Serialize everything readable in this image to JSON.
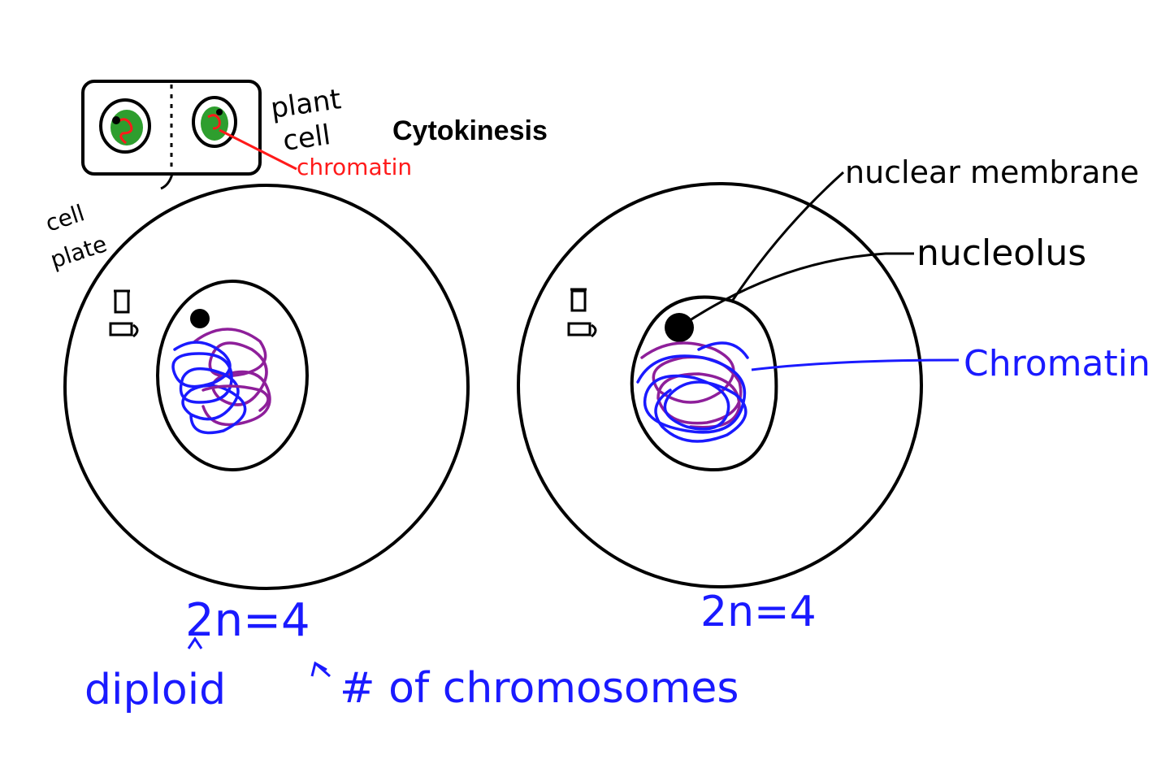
{
  "title": "Cytokinesis",
  "inset": {
    "label_plant": "plant",
    "label_cell": "cell",
    "label_chromatin": "chromatin",
    "label_cell_plate_1": "cell",
    "label_cell_plate_2": "plate"
  },
  "labels": {
    "nuclear_membrane": "nuclear membrane",
    "nucleolus": "nucleolus",
    "chromatin": "Chromatin"
  },
  "left_cell": {
    "formula": "2n=4",
    "note_diploid": "diploid",
    "note_chromosomes": "# of chromosomes"
  },
  "right_cell": {
    "formula": "2n=4"
  },
  "colors": {
    "ink": "#000000",
    "blue": "#1a1aff",
    "purple": "#8e1f9a",
    "red": "#ff1a1a",
    "green": "#2e9e2e"
  }
}
